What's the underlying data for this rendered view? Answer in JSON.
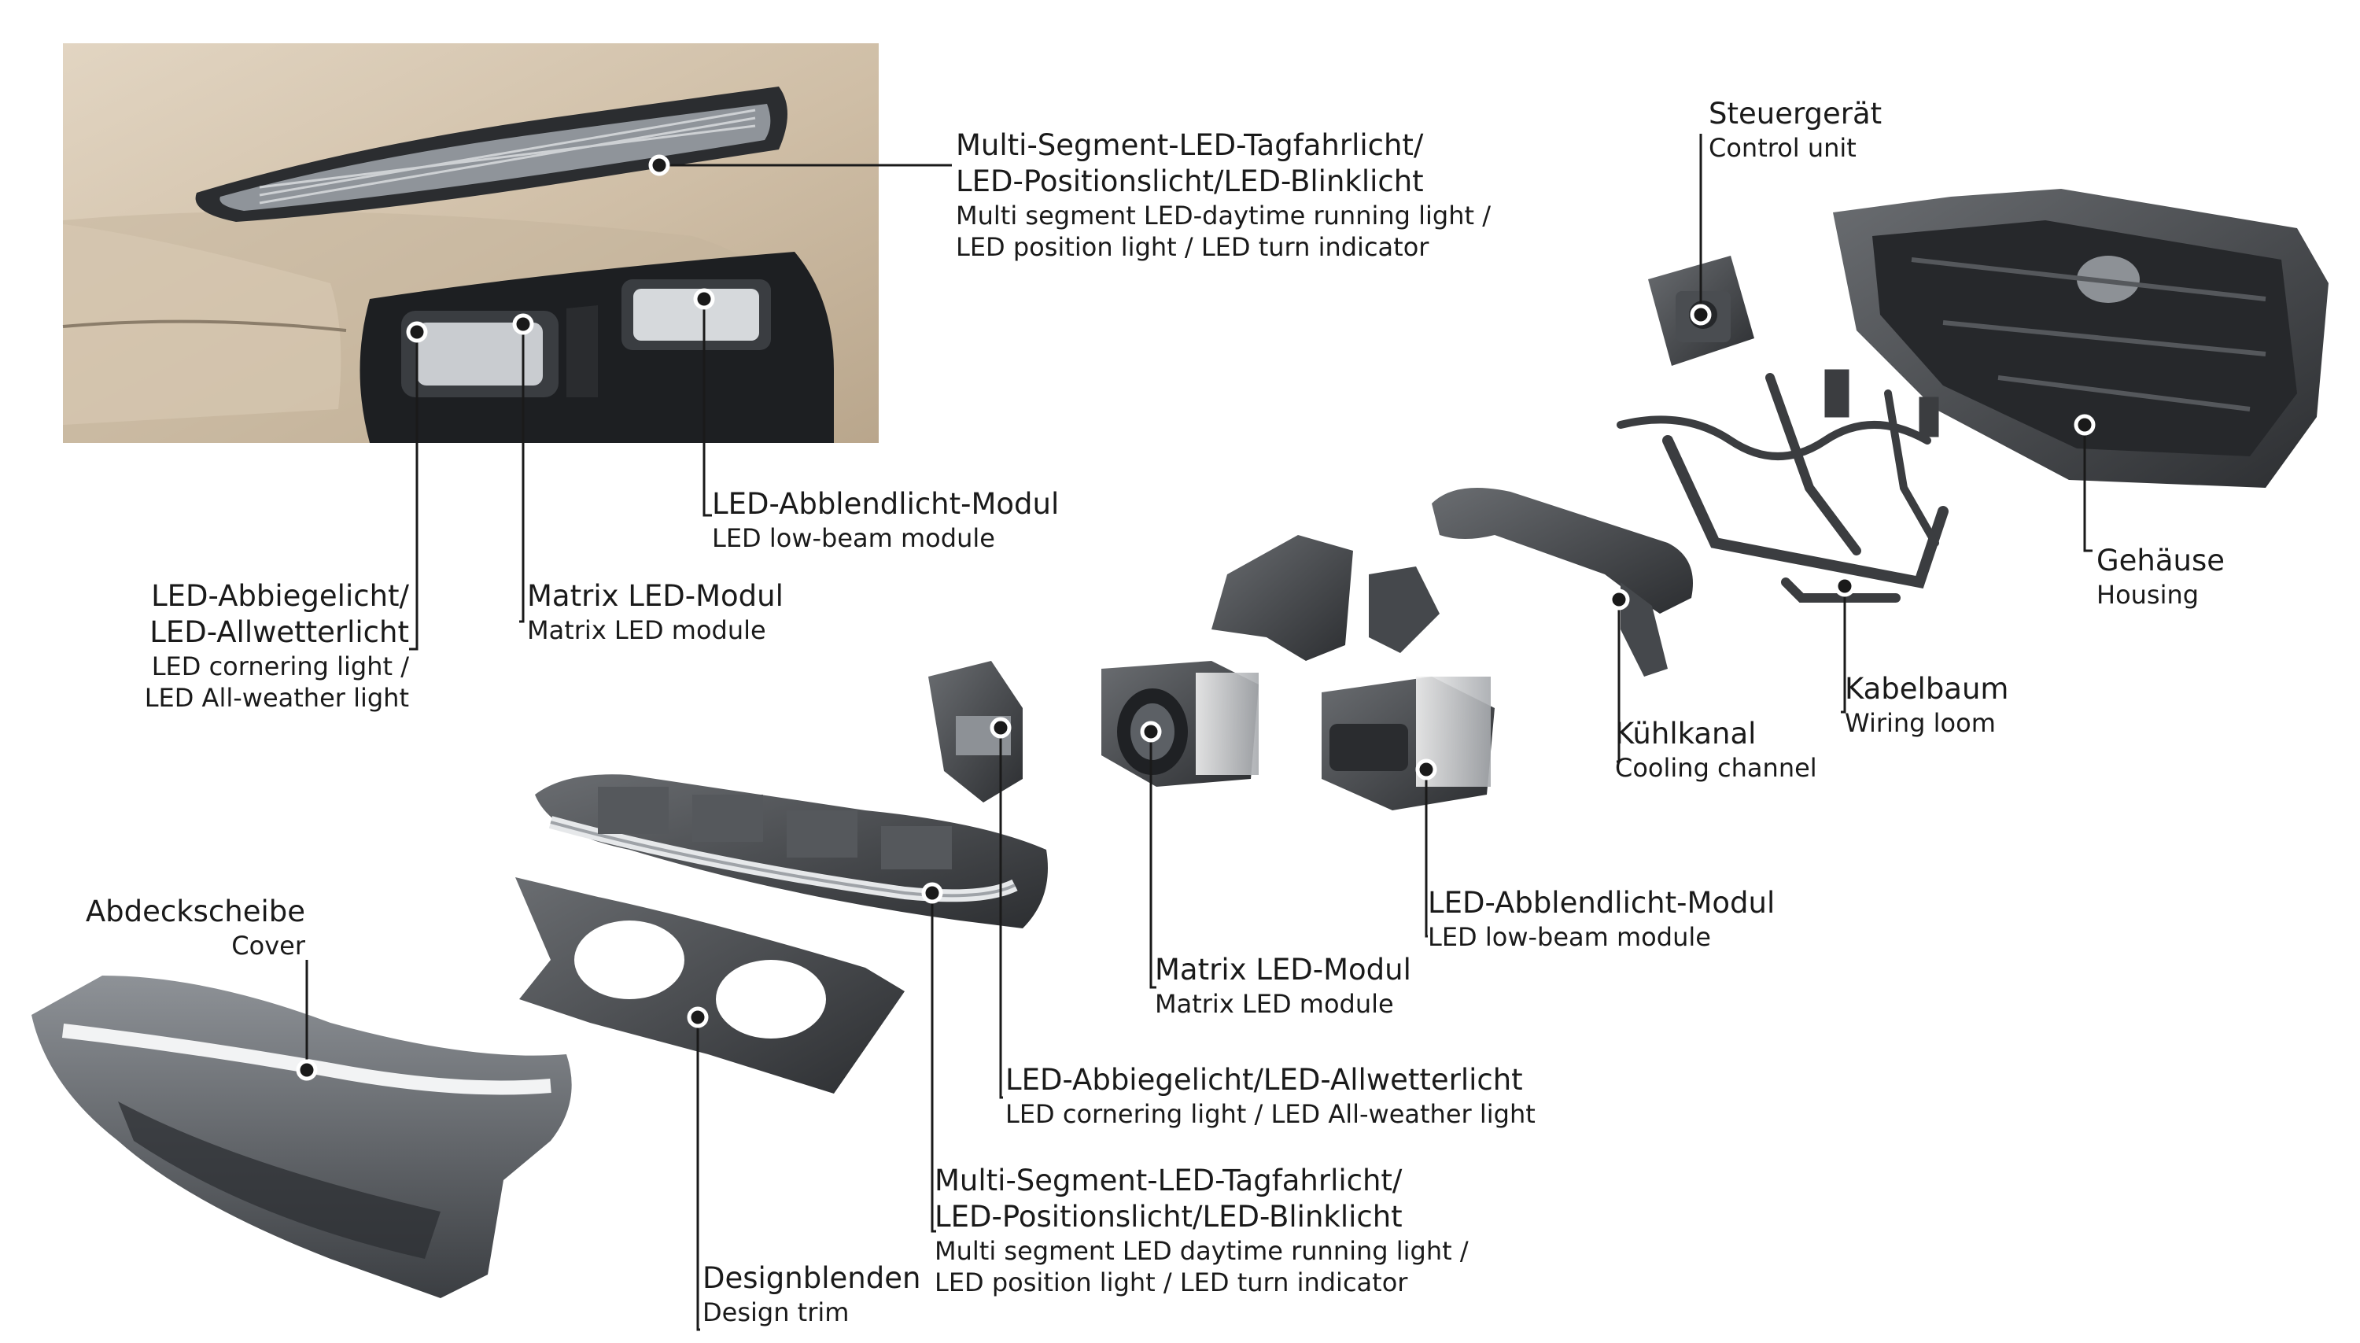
{
  "labels": {
    "car_drl": {
      "de": [
        "Multi-Segment-LED-Tagfahrlicht/",
        "LED-Positionslicht/LED-Blinklicht"
      ],
      "en": [
        "Multi segment LED-daytime running light /",
        "LED position light / LED turn indicator"
      ]
    },
    "car_lowbeam": {
      "de": [
        "LED-Abblendlicht-Modul"
      ],
      "en": [
        "LED low-beam module"
      ]
    },
    "car_matrix": {
      "de": [
        "Matrix LED-Modul"
      ],
      "en": [
        "Matrix LED module"
      ]
    },
    "car_cornering": {
      "de": [
        "LED-Abbiegelicht/",
        "LED-Allwetterlicht"
      ],
      "en": [
        "LED cornering light /",
        "LED All-weather light"
      ]
    },
    "control_unit": {
      "de": [
        "Steuergerät"
      ],
      "en": [
        "Control unit"
      ]
    },
    "housing": {
      "de": [
        "Gehäuse"
      ],
      "en": [
        "Housing"
      ]
    },
    "wiring_loom": {
      "de": [
        "Kabelbaum"
      ],
      "en": [
        "Wiring loom"
      ]
    },
    "cooling_channel": {
      "de": [
        "Kühlkanal"
      ],
      "en": [
        "Cooling channel"
      ]
    },
    "lowbeam_module": {
      "de": [
        "LED-Abblendlicht-Modul"
      ],
      "en": [
        "LED low-beam module"
      ]
    },
    "matrix_module": {
      "de": [
        "Matrix LED-Modul"
      ],
      "en": [
        "Matrix LED module"
      ]
    },
    "cornering_light": {
      "de": [
        "LED-Abbiegelicht/LED-Allwetterlicht"
      ],
      "en": [
        "LED cornering light / LED All-weather light"
      ]
    },
    "drl_module": {
      "de": [
        "Multi-Segment-LED-Tagfahrlicht/",
        "LED-Positionslicht/LED-Blinklicht"
      ],
      "en": [
        "Multi segment LED daytime running light /",
        "LED position light / LED turn indicator"
      ]
    },
    "cover": {
      "de": [
        "Abdeckscheibe"
      ],
      "en": [
        "Cover"
      ]
    },
    "design_trim": {
      "de": [
        "Designblenden"
      ],
      "en": [
        "Design trim"
      ]
    }
  },
  "colors": {
    "car_paint": "#d2c2ab",
    "part_dark": "#3a3c3f",
    "part_mid": "#6b6e72",
    "leader": "#1a1a1a"
  }
}
